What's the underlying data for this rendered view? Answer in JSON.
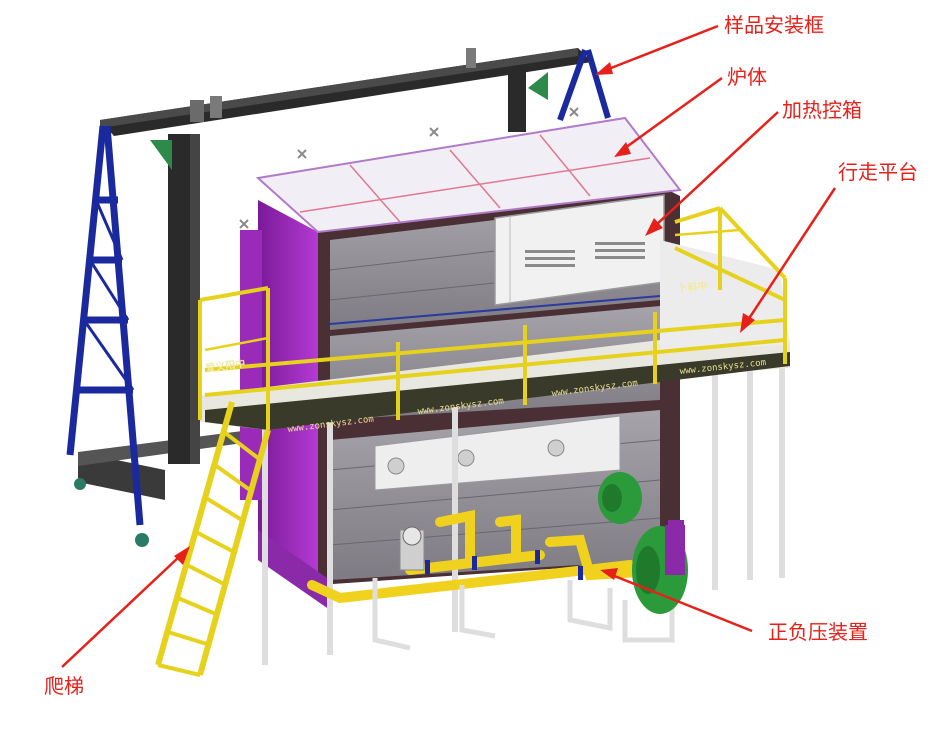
{
  "labels": {
    "sample_frame": "样品安装框",
    "furnace_body": "炉体",
    "heating_control_box": "加热控箱",
    "walkway_platform": "行走平台",
    "ladder": "爬梯",
    "pressure_device": "正负压装置"
  },
  "platform_text": {
    "website": "www.zonskysz.com",
    "sign_left": "爱义阳中",
    "sign_right": "卜科中"
  },
  "colors": {
    "annotation": "#e8201a",
    "frame_blue": "#1a2a9e",
    "frame_black": "#2a2a2a",
    "furnace_purple": "#9a2ab8",
    "panel_gray": "#8f8c94",
    "roof": "#f2eef6",
    "railing_yellow": "#e6d21c",
    "pipe_yellow": "#f0d21e",
    "fan_green": "#2a9a3a",
    "leg_white": "#dedede"
  }
}
